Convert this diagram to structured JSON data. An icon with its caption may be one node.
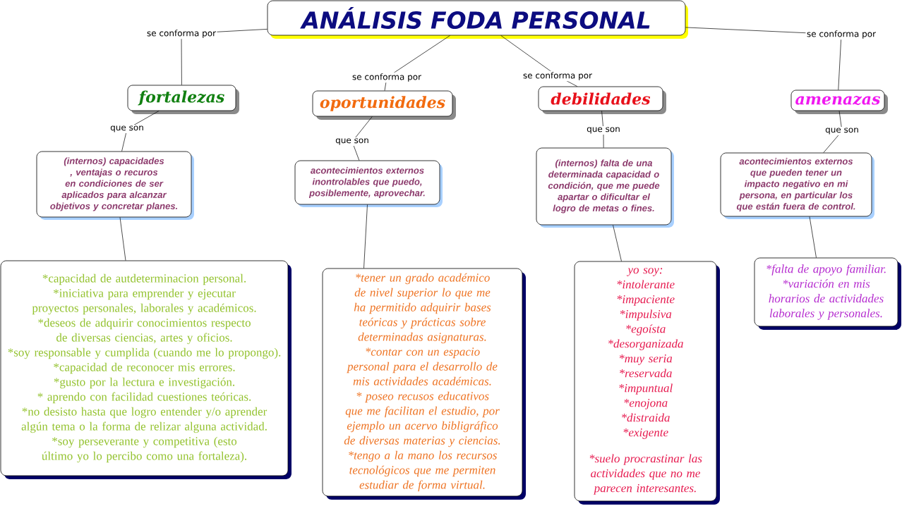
{
  "diagram": {
    "nodes": [
      {
        "text": [
          "ANÁLISIS FODA PERSONAL"
        ]
      },
      {
        "text": [
          "fortalezas"
        ]
      },
      {
        "text": [
          "oportunidades"
        ]
      },
      {
        "text": [
          "debilidades"
        ]
      },
      {
        "text": [
          "amenazas"
        ]
      },
      {
        "text": [
          "(internos) capacidades , ventajas o recuros en condiciones de ser aplicados para alcanzar objetivos y concretar planes."
        ]
      },
      {
        "text": [
          "acontecimientos externos inontrolables que puedo, posiblemente, aprovechar."
        ]
      },
      {
        "text": [
          "(internos) falta de una determinada capacidad o condición, que me puede apartar o dificultar el logro de metas o fines."
        ]
      },
      {
        "text": [
          "acontecimientos externos que pueden tener un impacto negativo en mi persona, en particular los que están fuera de control."
        ]
      },
      {
        "text": [
          "*capacidad de autdeterminacion personal.",
          "*iniciativa para emprender y ejecutar proyectos personales, laborales y académicos.",
          "*deseos de adquirir conocimientos respecto de diversas ciencias, artes y oficios.",
          "*soy responsable y cumplida (cuando me lo propongo).",
          "*capacidad de reconocer mis errores.",
          "*gusto por la lectura e investigación.",
          "* aprendo con facilidad cuestiones teóricas.",
          "*no desisto hasta que logro entender y/o aprender algún tema o la forma de relizar alguna actividad.",
          "*soy perseverante y competitiva (esto último yo lo percibo como una fortaleza)."
        ]
      },
      {
        "text": [
          "*tener un grado académico de nivel superior lo que me ha permitido adquirir bases teóricas y prácticas sobre determinadas asignaturas.",
          "*contar con un espacio personal para el desarrollo de mis actividades académicas.",
          "* poseo recusos educativos que me facilitan el estudio, por ejemplo un acervo bibligráfico de diversas materias y ciencias.",
          "*tengo a la mano los recursos tecnológicos que me permiten estudiar de forma virtual."
        ]
      },
      {
        "text": [
          "yo soy:",
          "*intolerante",
          "*impaciente",
          "*impulsiva",
          "*egoísta",
          "*desorganizada",
          "*muy seria",
          "*reservada",
          "*impuntual",
          "*enojona",
          "*distraida",
          "*exigente",
          "*suelo procrastinar las actividades que no me parecen interesantes."
        ]
      },
      {
        "text": [
          "*falta de apoyo familiar.",
          "*variación en mis horarios de actividades laborales y personales."
        ]
      }
    ],
    "edges": [
      {
        "from": 0,
        "to": 1,
        "arrow": "none",
        "label": "se conforma por"
      },
      {
        "from": 0,
        "to": 2,
        "arrow": "none",
        "label": "se conforma por"
      },
      {
        "from": 0,
        "to": 3,
        "arrow": "none",
        "label": "se conforma por"
      },
      {
        "from": 0,
        "to": 4,
        "arrow": "none",
        "label": "se conforma por"
      },
      {
        "from": 1,
        "to": 5,
        "arrow": "none",
        "label": "que son"
      },
      {
        "from": 2,
        "to": 6,
        "arrow": "none",
        "label": "que son"
      },
      {
        "from": 3,
        "to": 7,
        "arrow": "none",
        "label": "que son"
      },
      {
        "from": 4,
        "to": 8,
        "arrow": "none",
        "label": "que son"
      },
      {
        "from": 5,
        "to": 9,
        "arrow": "none"
      },
      {
        "from": 6,
        "to": 10,
        "arrow": "none"
      },
      {
        "from": 7,
        "to": 11,
        "arrow": "none"
      },
      {
        "from": 8,
        "to": 12,
        "arrow": "none"
      }
    ]
  }
}
